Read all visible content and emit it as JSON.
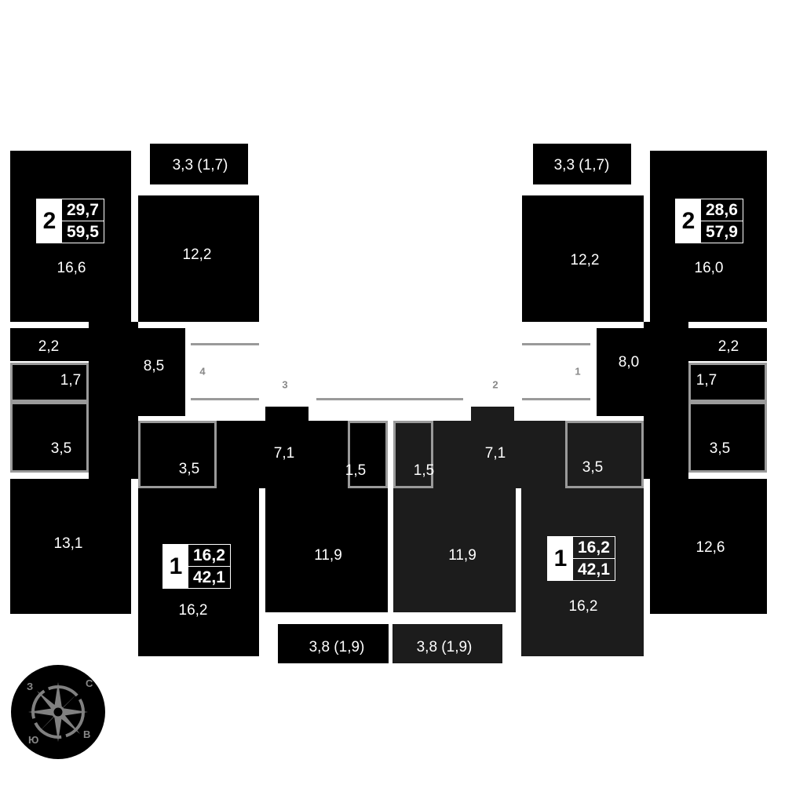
{
  "apartments": [
    {
      "number": "4",
      "rooms": "2",
      "living_area": "29,7",
      "total_area": "59,5",
      "room_areas": {
        "room_a": "16,6",
        "balcony": "3,3 (1,7)",
        "kitchen": "12,2",
        "storage": "2,2",
        "wc": "1,7",
        "hall": "8,5",
        "bath": "3,5",
        "room_b": "13,1"
      }
    },
    {
      "number": "3",
      "rooms": "1",
      "living_area": "16,2",
      "total_area": "42,1",
      "room_areas": {
        "bath": "3,5",
        "hall": "7,1",
        "wc": "1,5",
        "kitchen": "11,9",
        "room": "16,2",
        "balcony": "3,8 (1,9)"
      }
    },
    {
      "number": "2",
      "rooms": "1",
      "living_area": "16,2",
      "total_area": "42,1",
      "room_areas": {
        "wc": "1,5",
        "hall": "7,1",
        "bath": "3,5",
        "kitchen": "11,9",
        "room": "16,2",
        "balcony": "3,8 (1,9)"
      }
    },
    {
      "number": "1",
      "rooms": "2",
      "living_area": "28,6",
      "total_area": "57,9",
      "room_areas": {
        "room_a": "16,0",
        "balcony": "3,3 (1,7)",
        "kitchen": "12,2",
        "hall": "8,0",
        "storage": "2,2",
        "wc": "1,7",
        "bath": "3,5",
        "room_b": "12,6"
      }
    }
  ],
  "compass": {
    "west": "З",
    "north": "С",
    "east": "В",
    "south": "Ю"
  },
  "colors": {
    "apartment": "#000000",
    "highlighted_apartment": "#1c1c1c",
    "wet_border": "#9a9a9a",
    "corridor": "#9a9a9a"
  }
}
